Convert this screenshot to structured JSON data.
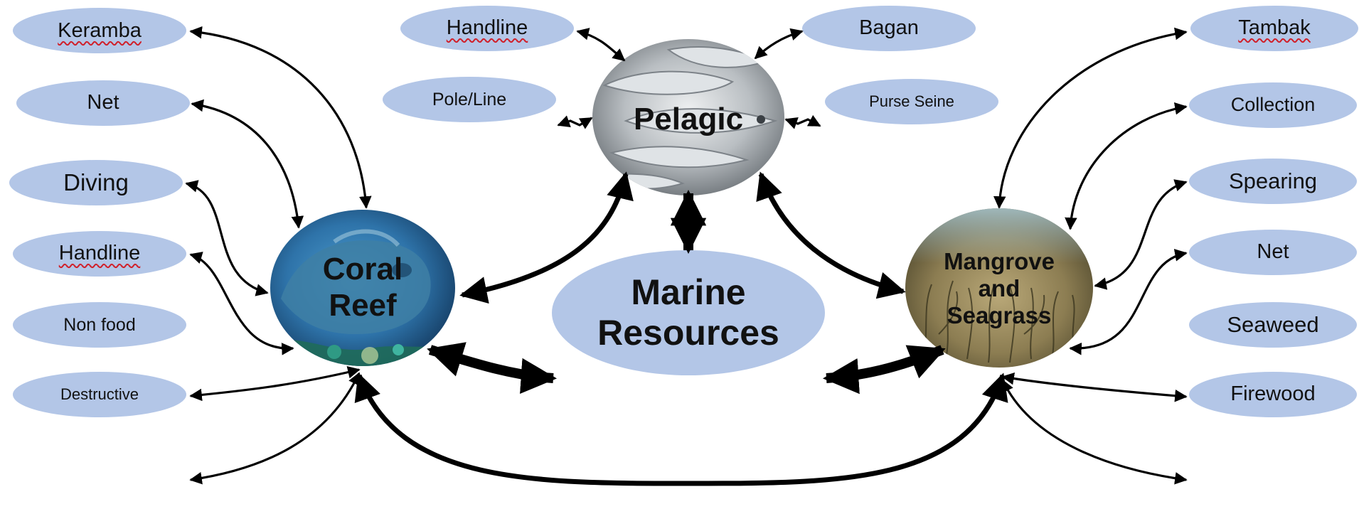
{
  "colors": {
    "ellipse_fill": "#b3c6e7",
    "arrow": "#000000",
    "spellcheck_underline": "#d0202a"
  },
  "center": {
    "label_line1": "Marine",
    "label_line2": "Resources"
  },
  "hubs": {
    "coral": {
      "line1": "Coral",
      "line2": "Reef",
      "image": "fish-photo"
    },
    "pelagic": {
      "line1": "Pelagic",
      "image": "fish-school-photo"
    },
    "mangrove": {
      "line1": "Mangrove",
      "line2": "and",
      "line3": "Seagrass",
      "image": "seagrass-photo"
    }
  },
  "coral_activities": [
    {
      "label": "Keramba",
      "spellcheck": true
    },
    {
      "label": "Net",
      "spellcheck": false
    },
    {
      "label": "Diving",
      "spellcheck": false
    },
    {
      "label": "Handline",
      "spellcheck": true
    },
    {
      "label": "Non food",
      "spellcheck": false
    },
    {
      "label": "Destructive",
      "spellcheck": false
    }
  ],
  "pelagic_activities": [
    {
      "label": "Handline",
      "spellcheck": true
    },
    {
      "label": "Bagan",
      "spellcheck": false
    },
    {
      "label": "Pole/Line",
      "spellcheck": false
    },
    {
      "label": "Purse Seine",
      "spellcheck": false
    }
  ],
  "mangrove_activities": [
    {
      "label": "Tambak",
      "spellcheck": true
    },
    {
      "label": "Collection",
      "spellcheck": false
    },
    {
      "label": "Spearing",
      "spellcheck": false
    },
    {
      "label": "Net",
      "spellcheck": false
    },
    {
      "label": "Seaweed",
      "spellcheck": false
    },
    {
      "label": "Firewood",
      "spellcheck": false
    }
  ]
}
